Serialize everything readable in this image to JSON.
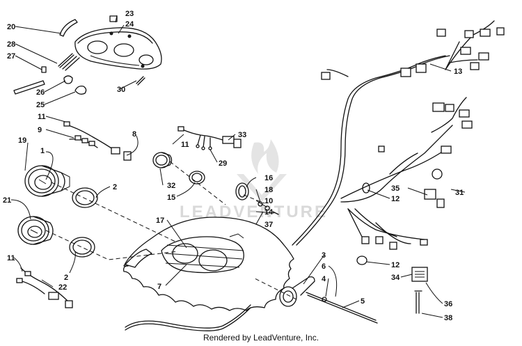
{
  "watermark": "LEADVENTURE",
  "credit": "Rendered by LeadVenture, Inc.",
  "callouts": [
    {
      "id": "c23",
      "label": "23"
    },
    {
      "id": "c24",
      "label": "24"
    },
    {
      "id": "c20",
      "label": "20"
    },
    {
      "id": "c28",
      "label": "28"
    },
    {
      "id": "c27",
      "label": "27"
    },
    {
      "id": "c26",
      "label": "26"
    },
    {
      "id": "c25",
      "label": "25"
    },
    {
      "id": "c30",
      "label": "30"
    },
    {
      "id": "c11a",
      "label": "11"
    },
    {
      "id": "c9",
      "label": "9"
    },
    {
      "id": "c8",
      "label": "8"
    },
    {
      "id": "c19",
      "label": "19"
    },
    {
      "id": "c1",
      "label": "1"
    },
    {
      "id": "c2a",
      "label": "2"
    },
    {
      "id": "c21",
      "label": "21"
    },
    {
      "id": "c2b",
      "label": "2"
    },
    {
      "id": "c11b",
      "label": "11"
    },
    {
      "id": "c22",
      "label": "22"
    },
    {
      "id": "c11c",
      "label": "11"
    },
    {
      "id": "c33",
      "label": "33"
    },
    {
      "id": "c29",
      "label": "29"
    },
    {
      "id": "c32",
      "label": "32"
    },
    {
      "id": "c15",
      "label": "15"
    },
    {
      "id": "c16",
      "label": "16"
    },
    {
      "id": "c18",
      "label": "18"
    },
    {
      "id": "c10",
      "label": "10"
    },
    {
      "id": "c14",
      "label": "14"
    },
    {
      "id": "c37",
      "label": "37"
    },
    {
      "id": "c17",
      "label": "17"
    },
    {
      "id": "c7",
      "label": "7"
    },
    {
      "id": "c13",
      "label": "13"
    },
    {
      "id": "c35",
      "label": "35"
    },
    {
      "id": "c31",
      "label": "31"
    },
    {
      "id": "c12a",
      "label": "12"
    },
    {
      "id": "c12b",
      "label": "12"
    },
    {
      "id": "c34",
      "label": "34"
    },
    {
      "id": "c3",
      "label": "3"
    },
    {
      "id": "c6",
      "label": "6"
    },
    {
      "id": "c4",
      "label": "4"
    },
    {
      "id": "c5",
      "label": "5"
    },
    {
      "id": "c36",
      "label": "36"
    },
    {
      "id": "c38",
      "label": "38"
    }
  ]
}
